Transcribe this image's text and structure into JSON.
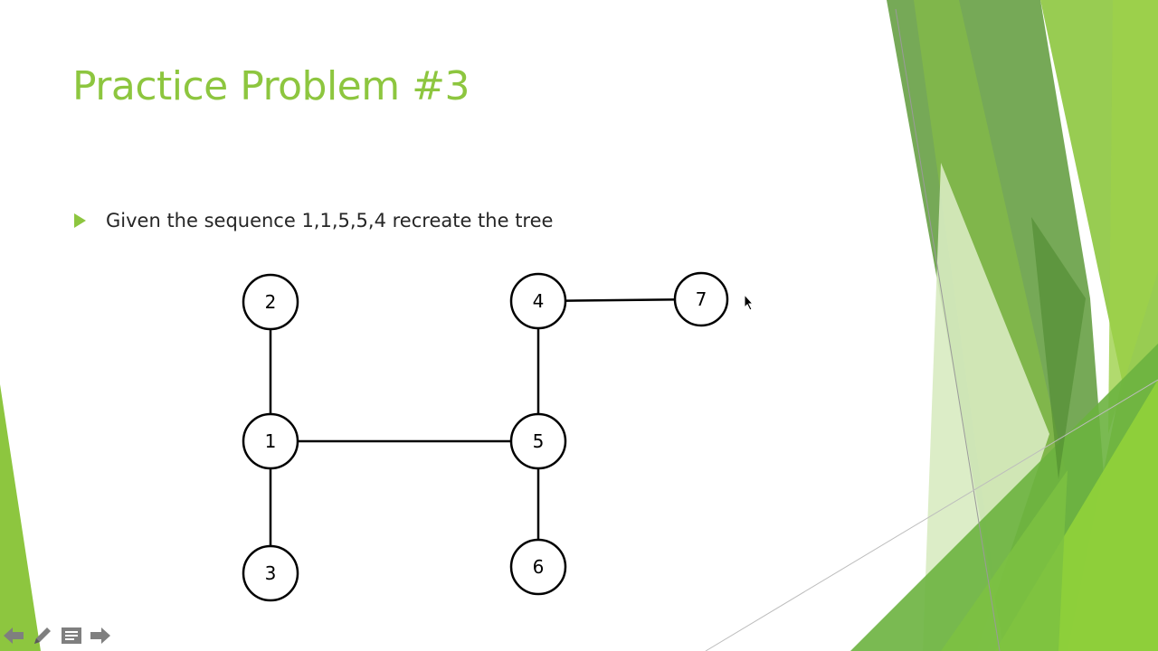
{
  "slide": {
    "title": "Practice Problem #3",
    "bullets": [
      {
        "text": "Given the sequence 1,1,5,5,4 recreate the tree"
      }
    ]
  },
  "tree": {
    "nodes": [
      {
        "id": "2",
        "label": "2"
      },
      {
        "id": "1",
        "label": "1"
      },
      {
        "id": "3",
        "label": "3"
      },
      {
        "id": "4",
        "label": "4"
      },
      {
        "id": "5",
        "label": "5"
      },
      {
        "id": "6",
        "label": "6"
      },
      {
        "id": "7",
        "label": "7"
      }
    ],
    "edges": [
      [
        "2",
        "1"
      ],
      [
        "1",
        "3"
      ],
      [
        "1",
        "5"
      ],
      [
        "4",
        "5"
      ],
      [
        "5",
        "6"
      ],
      [
        "4",
        "7"
      ]
    ]
  },
  "controls": {
    "icons": [
      "previous-slide-icon",
      "pen-icon",
      "slide-menu-icon",
      "next-slide-icon"
    ]
  },
  "colors": {
    "accent": "#8dc63f",
    "text": "#262626"
  }
}
